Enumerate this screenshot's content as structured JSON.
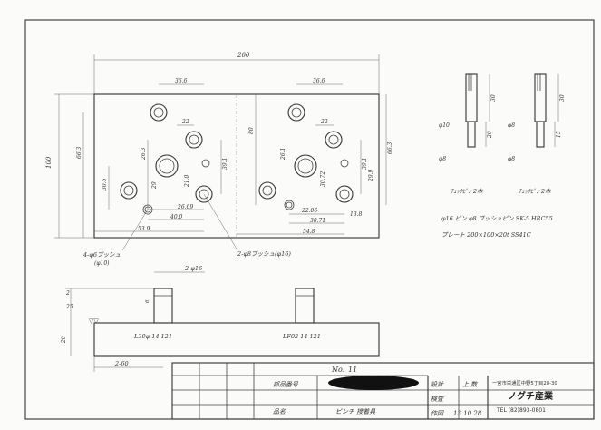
{
  "drawing": {
    "overall_width": "200",
    "overall_height": "100",
    "left_plate": {
      "dims": {
        "top": "36.6",
        "upper_hole_gap": "22",
        "mid_a": "26.3",
        "mid_b": "29",
        "mid_c": "21.0",
        "right_vertical": "39.1",
        "left_vertical": "30.6",
        "inner_vertical": "66.3",
        "bottom_a": "26.69",
        "bottom_b": "40.0",
        "bottom_c": "53.9"
      }
    },
    "right_plate": {
      "dims": {
        "top": "36.6",
        "upper_hole_gap": "22",
        "height": "80",
        "mid_a": "26.1",
        "mid_b": "30.72",
        "right_vertical": "39.1",
        "far_right": "66.3",
        "outer_vertical": "29.9",
        "bottom_a": "22.06",
        "bottom_b": "13.8",
        "bottom_c": "30.71",
        "bottom_d": "54.8"
      }
    },
    "callouts": {
      "left_bushing": "4-φ6ブッシュ",
      "left_bushing_sub": "(φ10)",
      "right_bushing": "2-φ8ブッシュ(φ16)"
    },
    "pins": {
      "pin_left_height": "30",
      "pin_left_total": "20",
      "pin_left_dia_top": "φ10",
      "pin_left_dia_bot": "φ8",
      "pin_right_height": "30",
      "pin_right_total": "15",
      "pin_right_dia_top": "φ8",
      "pin_right_dia_bot": "φ8",
      "pin_left_label": "ﾁｪｯｸﾋﾟﾝ 2本",
      "pin_right_label": "ﾁｪｯｸﾋﾟﾝ 2本"
    },
    "notes": {
      "note1": "φ16  ピン φ8 ブッシュピン  SK-5  HRC55",
      "note2": "プレート  200×100×20t  SS41C"
    },
    "side_view": {
      "top_dim": "2-φ16",
      "left_dim_a": "2",
      "left_dim_b": "25",
      "thickness": "20",
      "bottom_dim": "2-60",
      "left_label": "L30φ 14 121",
      "right_label": "LF02 14 121",
      "pin_height": "6"
    }
  },
  "title_block": {
    "number_label": "No.",
    "number_value": "11",
    "part_no_label": "部品番号",
    "name_label": "品名",
    "name_value": "ピンチ 接着具",
    "designer_label": "設計",
    "designer_value": "上 数",
    "checker_label": "検査",
    "date_label": "作図",
    "date_value": "13.10.28",
    "company_address": "一宮市栄通区中野5丁目28-30",
    "company_name": "ノグチ産業",
    "company_tel": "TEL (82)893-0801"
  }
}
